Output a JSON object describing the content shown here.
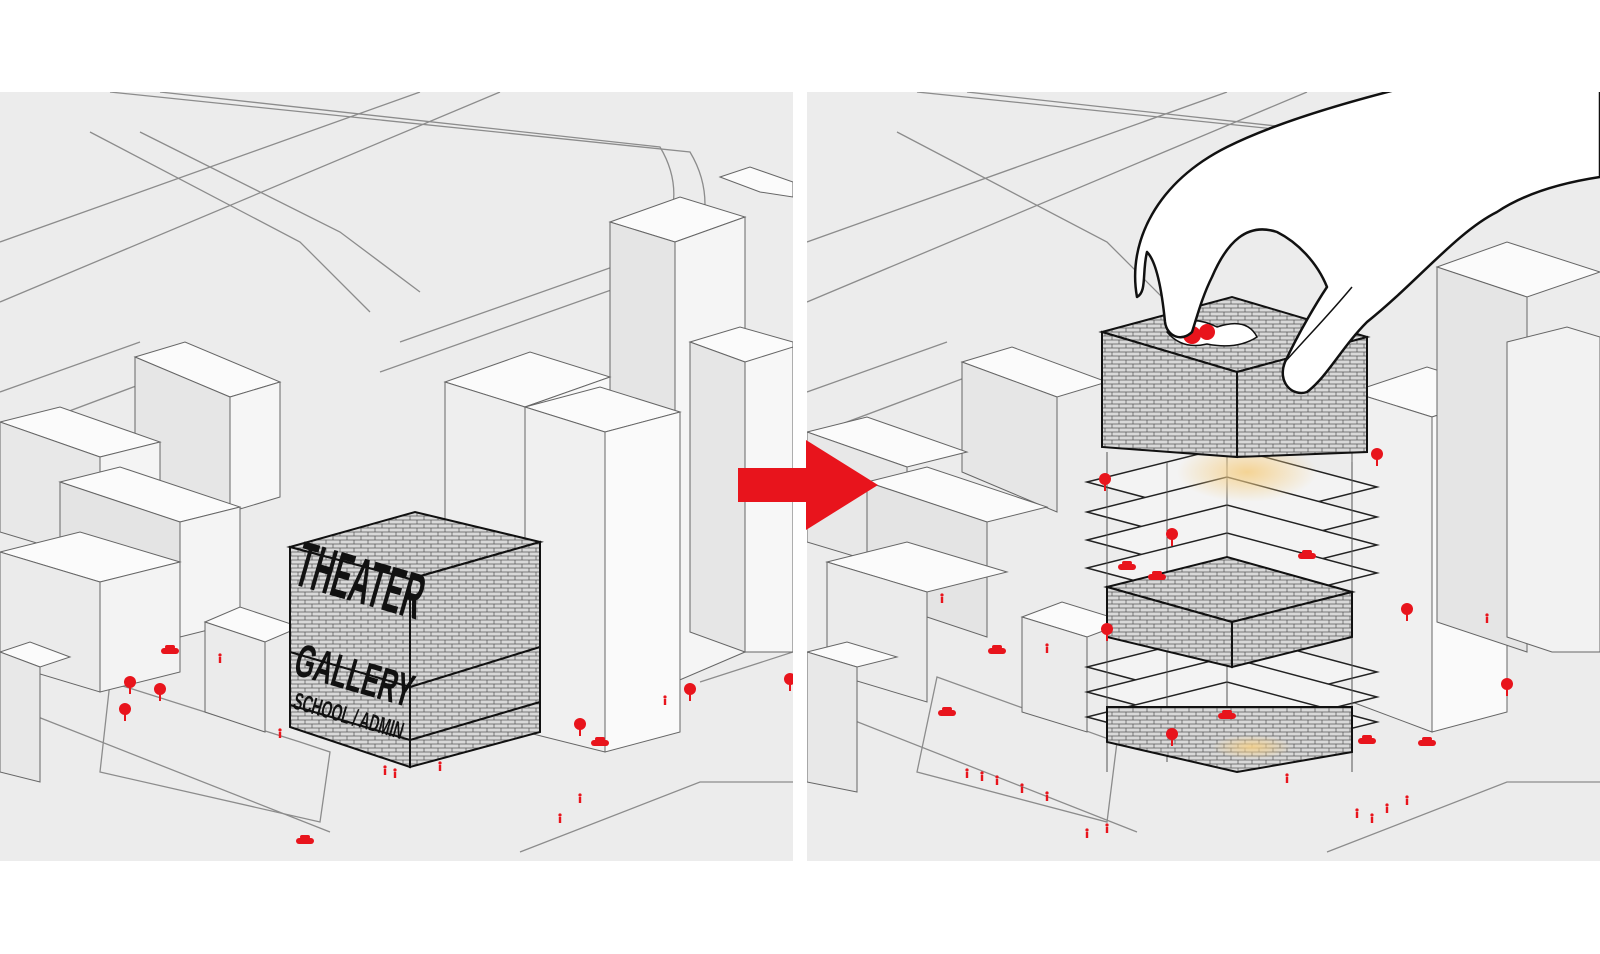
{
  "before": {
    "labels": {
      "theater": "THEATER",
      "gallery": "GALLERY",
      "school_admin": "SCHOOL / ADMIN"
    }
  },
  "colors": {
    "background": "#ececec",
    "accent": "#e8141c",
    "outline": "#222222",
    "building": "#f7f7f7"
  },
  "icons": [
    "arrow-right-icon",
    "hand-icon",
    "tree-icon",
    "person-icon",
    "car-icon"
  ]
}
